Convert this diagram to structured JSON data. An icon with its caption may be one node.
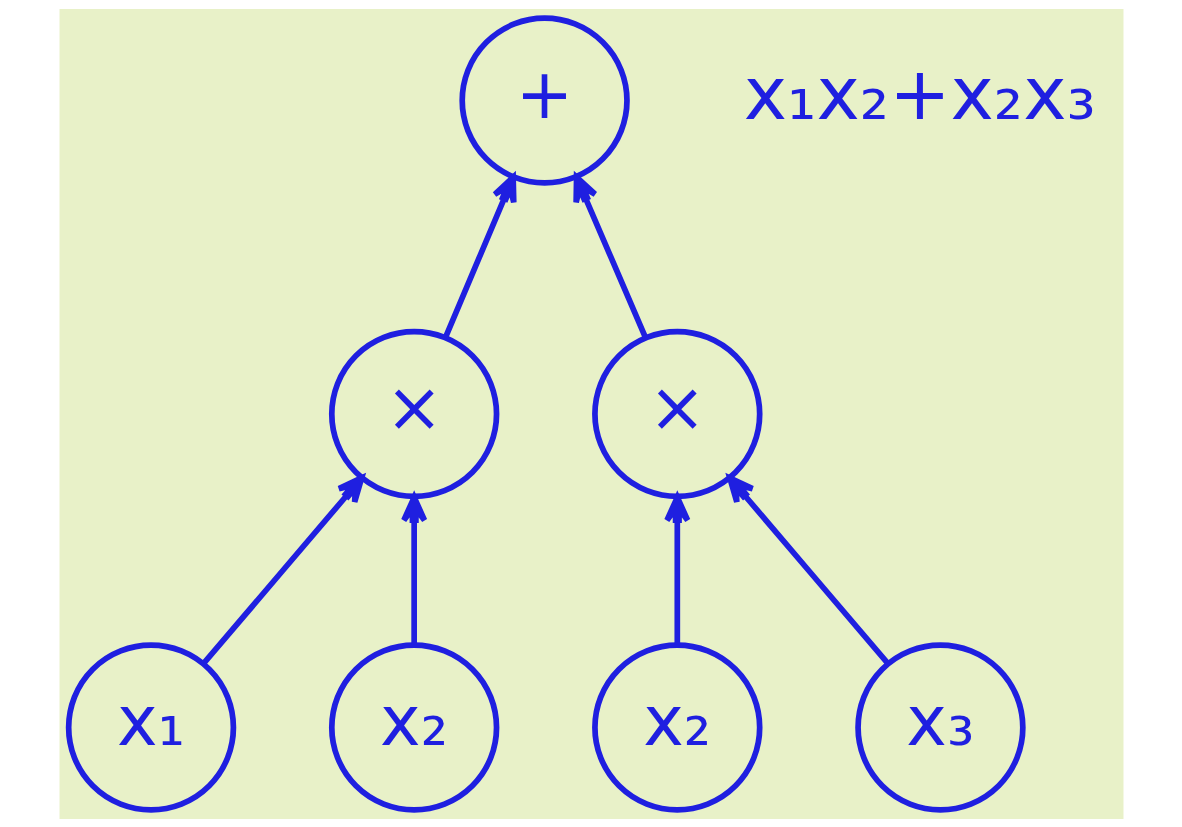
{
  "diagram": {
    "nodes": [
      {
        "text": [
          "+"
        ]
      },
      {
        "text": [
          "×"
        ]
      },
      {
        "text": [
          "×"
        ]
      },
      {
        "text": [
          "x₁"
        ]
      },
      {
        "text": [
          "x₂"
        ]
      },
      {
        "text": [
          "x₂"
        ]
      },
      {
        "text": [
          "x₃"
        ]
      }
    ],
    "edges": [
      {
        "from": 1,
        "to": 0,
        "arrow": "to"
      },
      {
        "from": 2,
        "to": 0,
        "arrow": "to"
      },
      {
        "from": 3,
        "to": 1,
        "arrow": "to"
      },
      {
        "from": 4,
        "to": 1,
        "arrow": "to"
      },
      {
        "from": 5,
        "to": 2,
        "arrow": "to"
      },
      {
        "from": 6,
        "to": 2,
        "arrow": "to"
      }
    ],
    "labels": [
      "x₁x₂+x₂x₃"
    ]
  }
}
